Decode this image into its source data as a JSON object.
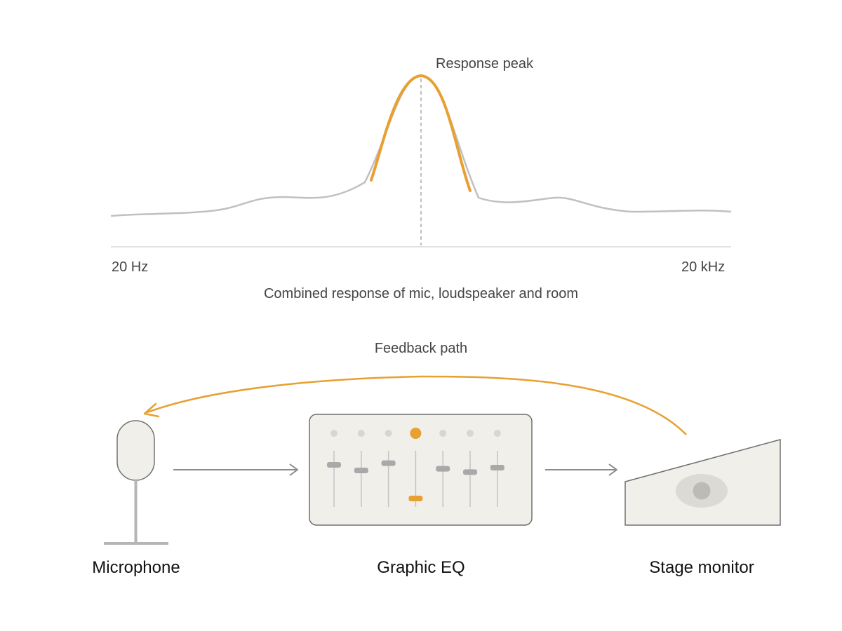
{
  "response_chart": {
    "peak_label": "Response peak",
    "x_min_label": "20 Hz",
    "x_max_label": "20 kHz",
    "caption": "Combined response of mic, loudspeaker and room"
  },
  "signal_chain": {
    "feedback_label": "Feedback path",
    "stages": [
      {
        "label": "Microphone"
      },
      {
        "label": "Graphic EQ"
      },
      {
        "label": "Stage monitor"
      }
    ]
  },
  "graphic_eq": {
    "band_count": 7,
    "highlighted_band": 4,
    "fader_levels": [
      0.75,
      0.65,
      0.78,
      0.15,
      0.68,
      0.62,
      0.7
    ]
  },
  "colors": {
    "accent": "#e8a030",
    "curve": "#c0c0c0",
    "device_fill": "#f1efe9",
    "device_stroke": "#707070",
    "arrow": "#8a8a8a",
    "fader_knob": "#a9a9a9"
  }
}
